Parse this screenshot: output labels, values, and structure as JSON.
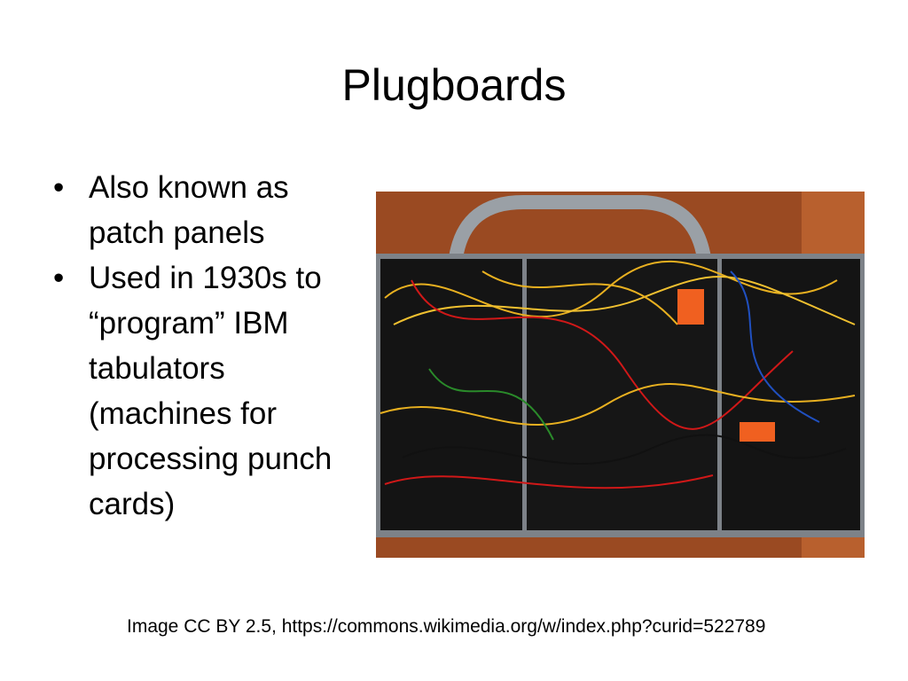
{
  "slide": {
    "title": "Plugboards",
    "bullets": [
      "Also known as patch panels",
      "Used in 1930s to “program” IBM tabulators (machines for processing punch cards)"
    ],
    "caption": "Image CC BY 2.5, https://commons.wikimedia.org/w/index.php?curid=522789"
  }
}
